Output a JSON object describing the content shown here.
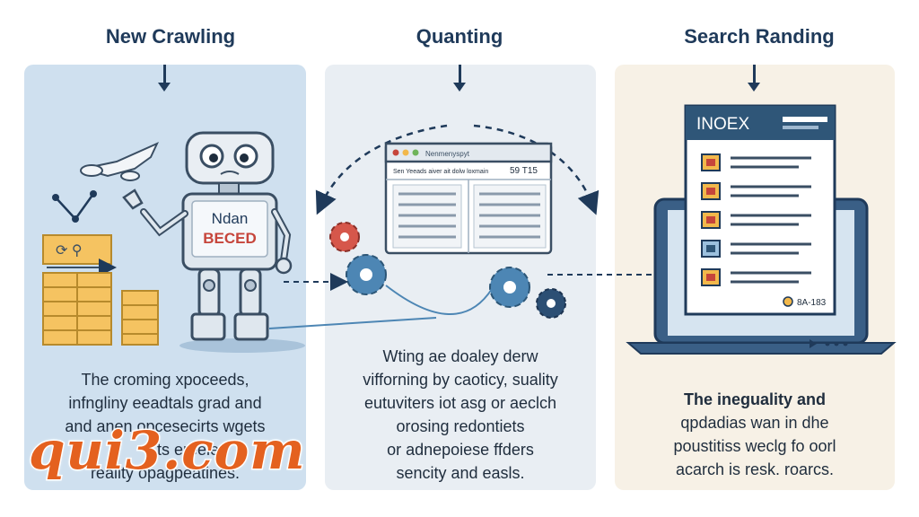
{
  "columns": [
    {
      "title": "New Crawling",
      "robot_label_1": "Ndan",
      "robot_label_2": "BECED",
      "description": [
        "The croming xpoceeds,",
        "infngliny eeadtals grad and",
        "and anen opcesecirts wgets",
        "ts ereeles",
        "reality opagpeatines."
      ]
    },
    {
      "title": "Quanting",
      "window_title": "Nenmenyspyt",
      "window_header_left": "Sen Yeeads aiver ait dolw loxmain",
      "window_header_right": "59 T15",
      "description": [
        "Wting ae doaley derw",
        "vifforning by caoticy, suality",
        "eutuviters iot asg or aeclch",
        "orosing redontiets",
        "or adnepoiese ffders",
        "sencity and easls."
      ]
    },
    {
      "title": "Search Randing",
      "index_label": "INOEX",
      "result_tag": "8A-183",
      "description_heading": "The ineguality and",
      "description": [
        "qpdadias wan in dhe",
        "poustitiss weclg fo oorl",
        "acarch is resk. roarcs."
      ]
    }
  ],
  "watermark": "qui3.com",
  "colors": {
    "title": "#1f3a5a",
    "panel_blue": "#cfe0ef",
    "panel_gray": "#e9eef3",
    "panel_cream": "#f7f1e6",
    "accent_red": "#c6453b",
    "accent_orange": "#f2b84b",
    "watermark": "#e4611f"
  }
}
